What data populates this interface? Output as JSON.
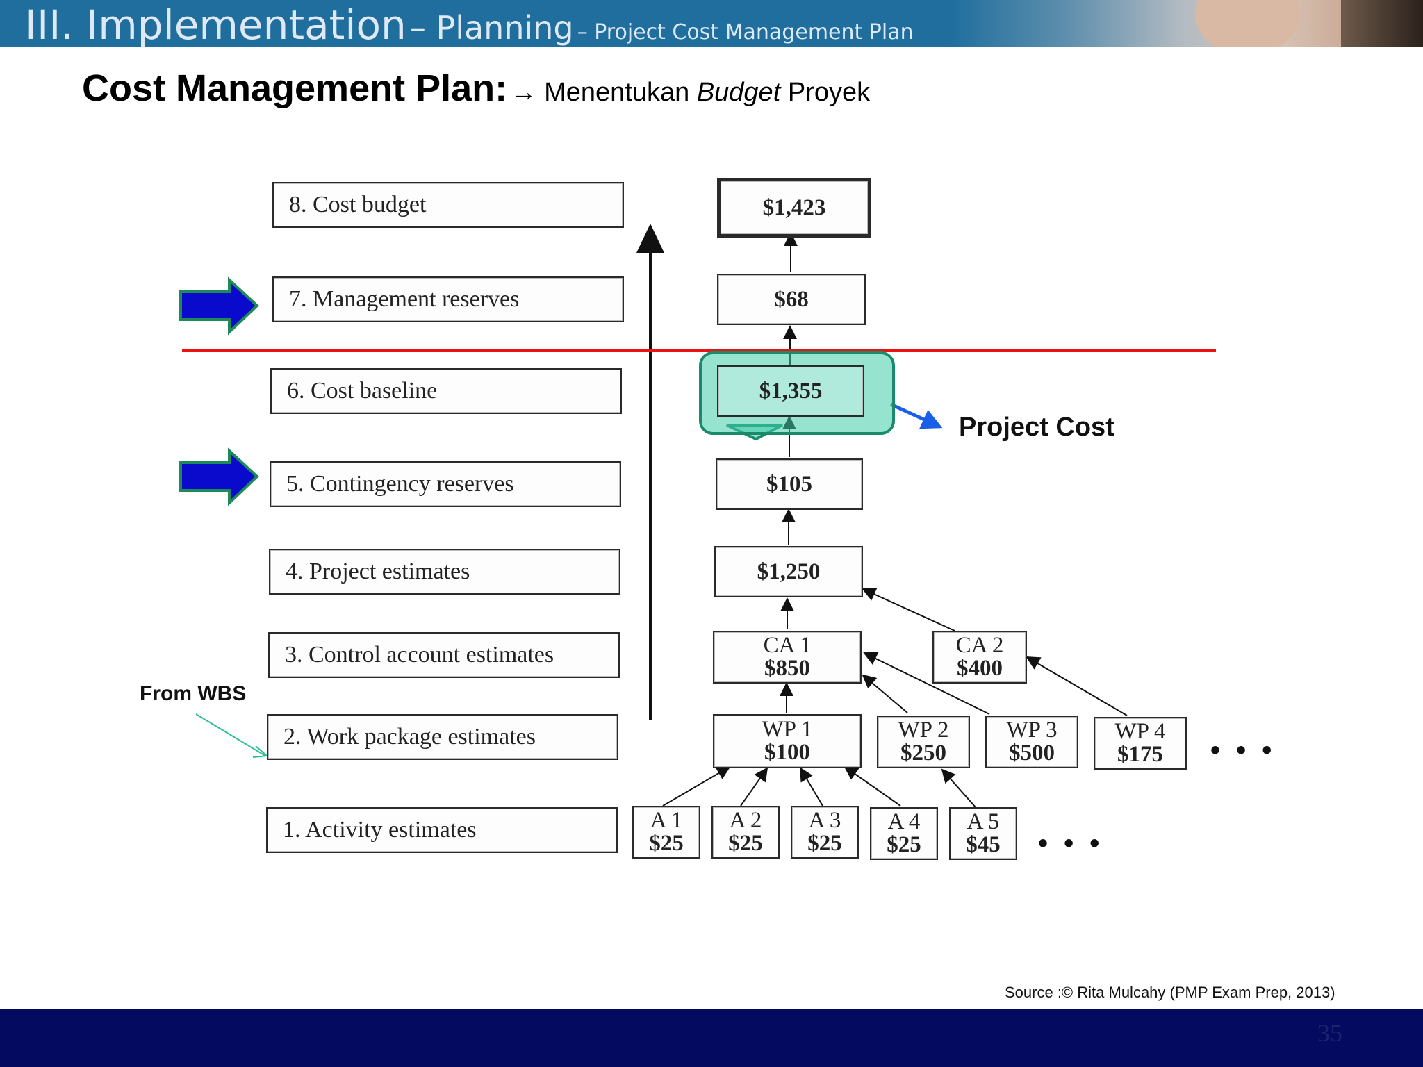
{
  "header": {
    "section": "III. Implementation",
    "subsection": "– Planning",
    "topic": "– Project Cost Management Plan"
  },
  "title": {
    "main": "Cost Management  Plan:",
    "arrow": "→",
    "sub_prefix": " Menentukan ",
    "sub_italic": "Budget",
    "sub_suffix": " Proyek"
  },
  "steps": [
    {
      "label": "8. Cost budget"
    },
    {
      "label": "7. Management reserves"
    },
    {
      "label": "6. Cost baseline"
    },
    {
      "label": "5. Contingency reserves"
    },
    {
      "label": "4. Project estimates"
    },
    {
      "label": "3. Control account estimates"
    },
    {
      "label": "2. Work package estimates"
    },
    {
      "label": "1. Activity estimates"
    }
  ],
  "values": {
    "cost_budget": "$1,423",
    "management_reserves": "$68",
    "cost_baseline": "$1,355",
    "contingency_reserves": "$105",
    "project_estimates": "$1,250"
  },
  "control_accounts": [
    {
      "name": "CA 1",
      "value": "$850"
    },
    {
      "name": "CA 2",
      "value": "$400"
    }
  ],
  "work_packages": [
    {
      "name": "WP 1",
      "value": "$100"
    },
    {
      "name": "WP 2",
      "value": "$250"
    },
    {
      "name": "WP 3",
      "value": "$500"
    },
    {
      "name": "WP 4",
      "value": "$175"
    }
  ],
  "activities": [
    {
      "name": "A 1",
      "value": "$25"
    },
    {
      "name": "A 2",
      "value": "$25"
    },
    {
      "name": "A 3",
      "value": "$25"
    },
    {
      "name": "A 4",
      "value": "$25"
    },
    {
      "name": "A 5",
      "value": "$45"
    }
  ],
  "ellipsis": "• • •",
  "annotations": {
    "project_cost": "Project Cost",
    "from_wbs": "From WBS"
  },
  "source": "Source :© Rita Mulcahy (PMP Exam Prep, 2013)",
  "page_number": "35",
  "colors": {
    "header": "#1f6e9e",
    "footer": "#040a60",
    "red_line": "#ee1111",
    "highlight": "#3fccaa",
    "marker_arrow": "#0a0acc"
  }
}
